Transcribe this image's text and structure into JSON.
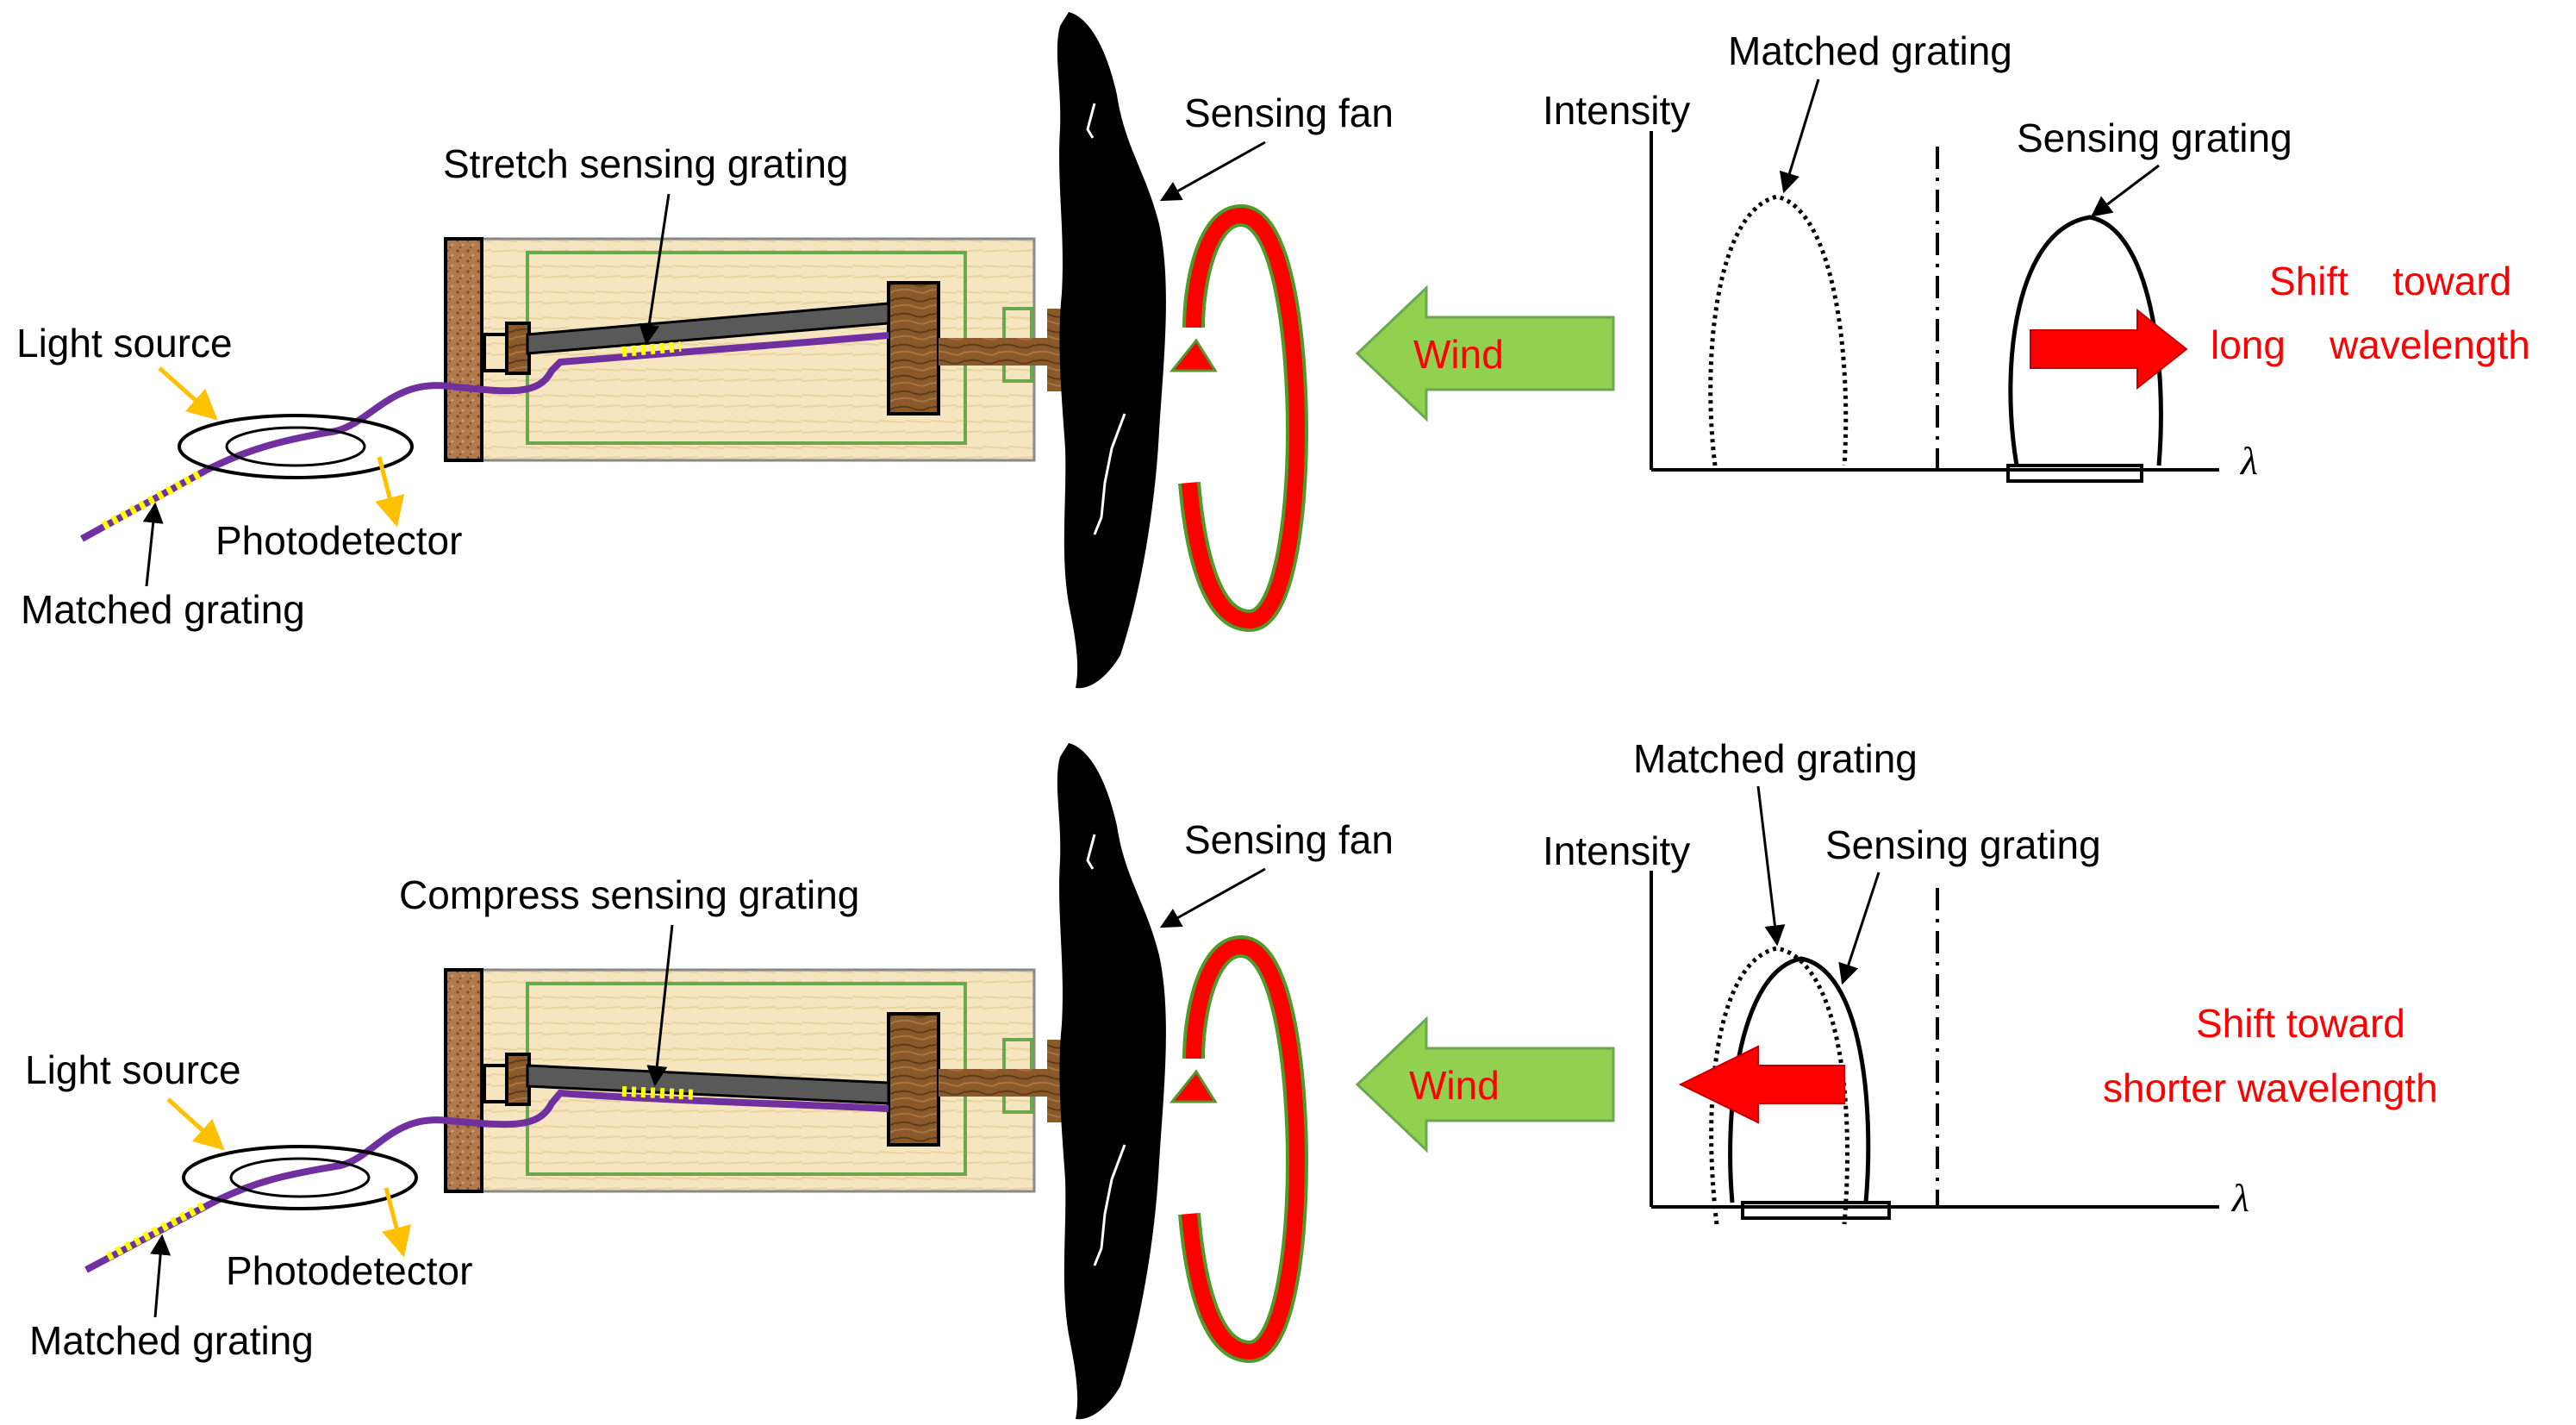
{
  "top": {
    "labels": {
      "light_source": "Light source",
      "photodetector": "Photodetector",
      "matched_grating": "Matched grating",
      "sensing_grating_label": "Stretch sensing grating",
      "sensing_fan": "Sensing fan",
      "wind": "Wind"
    },
    "spectrum": {
      "y_axis": "Intensity",
      "x_axis": "λ",
      "matched_peak": "Matched grating",
      "sensing_peak": "Sensing grating",
      "shift_line1": "Shift    toward",
      "shift_line2": "long    wavelength"
    }
  },
  "bottom": {
    "labels": {
      "light_source": "Light source",
      "photodetector": "Photodetector",
      "matched_grating": "Matched grating",
      "sensing_grating_label": "Compress sensing grating",
      "sensing_fan": "Sensing fan",
      "wind": "Wind"
    },
    "spectrum": {
      "y_axis": "Intensity",
      "x_axis": "λ",
      "matched_peak": "Matched grating",
      "sensing_peak": "Sensing grating",
      "shift_line1": "Shift toward",
      "shift_line2": "shorter wavelength"
    }
  },
  "colors": {
    "fiber": "#7030a0",
    "grating_marks": "#ffff00",
    "arrow_orange": "#ffc000",
    "wind_arrow": "#92d050",
    "rotation_arrow": "#ff0000",
    "shift_text": "#ff0000",
    "housing": "#f7e9c4",
    "wood": "#8b5a2b"
  }
}
